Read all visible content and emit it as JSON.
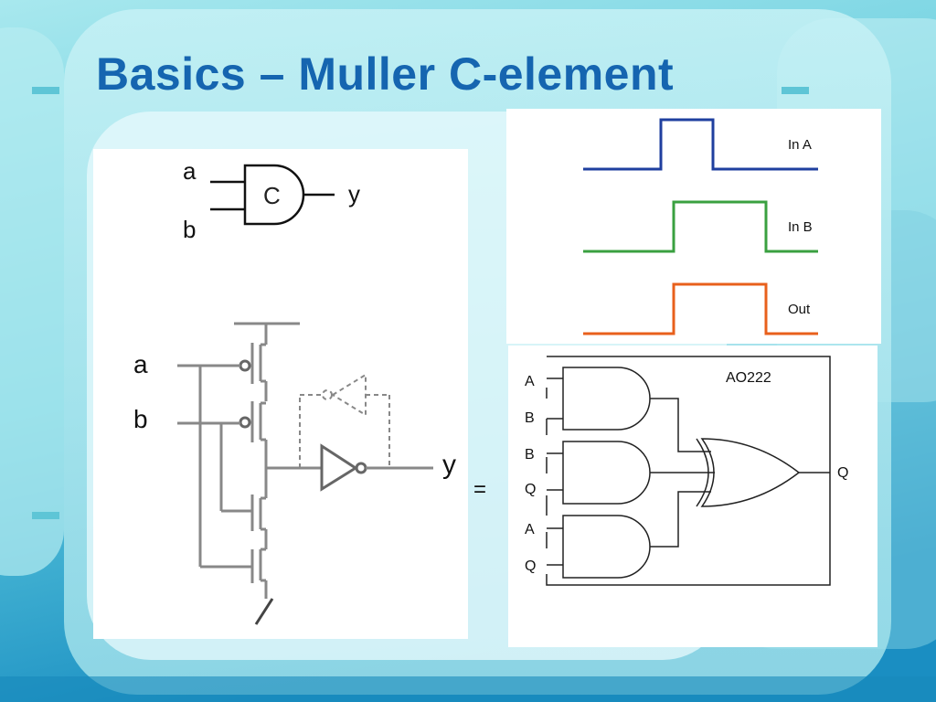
{
  "slide": {
    "title": "Basics – Muller C-element",
    "equals": "="
  },
  "gate_symbol": {
    "input_a": "a",
    "input_b": "b",
    "gate_label": "C",
    "output": "y"
  },
  "transistor_circuit": {
    "input_a": "a",
    "input_b": "b",
    "output": "y"
  },
  "waveforms": [
    {
      "label": "In A",
      "color": "#1f3f9f"
    },
    {
      "label": "In B",
      "color": "#3aa040"
    },
    {
      "label": "Out",
      "color": "#e8601c"
    }
  ],
  "ao222": {
    "title": "AO222",
    "inputs": [
      "A",
      "B",
      "B",
      "Q",
      "A",
      "Q"
    ],
    "output": "Q"
  },
  "colors": {
    "title": "#1565b0",
    "background_top": "#8adde6",
    "background_bottom": "#1b8fc0"
  }
}
